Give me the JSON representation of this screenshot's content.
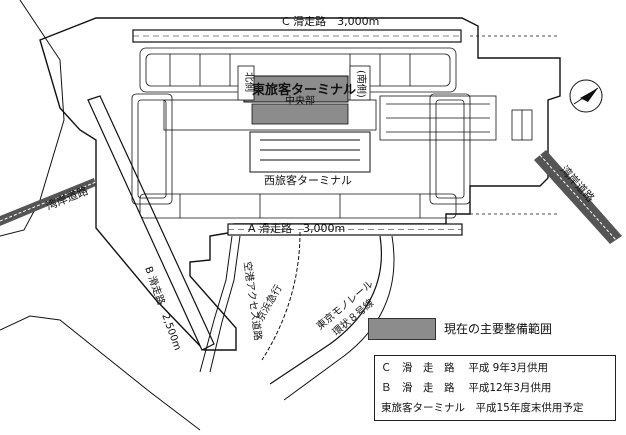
{
  "map": {
    "runway_c_label": "C 滑走路　3,000m",
    "runway_a_label": "A 滑走路　3,000m",
    "runway_b_label": "B 滑走路　2,500m",
    "east_terminal_label": "東旅客ターミナル",
    "west_terminal_label": "西旅客ターミナル",
    "north_wing_label": "北側",
    "south_wing_label": "(南側)",
    "central_label": "中央部",
    "bay_road_west_label": "湾岸道路",
    "bay_road_east_label": "湾岸道路",
    "access_road_label": "空港アクセス道路",
    "keihin_label": "京浜急行",
    "monorail_label": "東京モノレール",
    "ring8_label": "環状８号線"
  },
  "legend": {
    "key_label": "現在の主要整備範囲",
    "rows": [
      "Ｃ　滑　走　路　 平成 9年3月供用",
      "Ｂ　滑　走　路　 平成12年3月供用",
      "東旅客ターミナル　平成15年度末供用予定"
    ]
  },
  "colors": {
    "line": "#111111",
    "shade": "#8c8c8c",
    "background": "#ffffff"
  },
  "icons": {
    "north_arrow": "north-arrow-icon"
  }
}
